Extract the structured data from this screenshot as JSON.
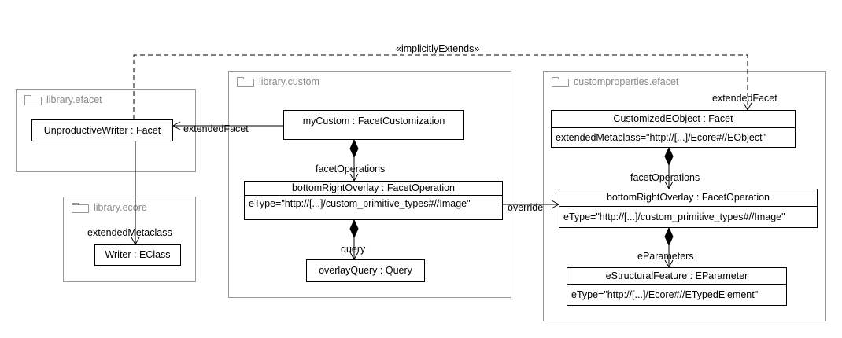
{
  "packages": {
    "library_efacet": "library.efacet",
    "library_ecore": "library.ecore",
    "library_custom": "library.custom",
    "customproperties_efacet": "customproperties.efacet"
  },
  "classes": {
    "unproductive_writer": {
      "name": "UnproductiveWriter : Facet"
    },
    "writer": {
      "name": "Writer : EClass"
    },
    "my_custom": {
      "name": "myCustom : FacetCustomization"
    },
    "bottom_right_overlay_custom": {
      "name": "bottomRightOverlay : FacetOperation",
      "attr": "eType=\"http://[...]/custom_primitive_types#//Image\""
    },
    "overlay_query": {
      "name": "overlayQuery : Query"
    },
    "customized_eobject": {
      "name": "CustomizedEObject : Facet",
      "attr": "extendedMetaclass=\"http://[...]/Ecore#//EObject\""
    },
    "bottom_right_overlay_props": {
      "name": "bottomRightOverlay : FacetOperation",
      "attr": "eType=\"http://[...]/custom_primitive_types#//Image\""
    },
    "estructural_feature": {
      "name": "eStructuralFeature : EParameter",
      "attr": "eType=\"http://[...]/Ecore#//ETypedElement\""
    }
  },
  "edge_labels": {
    "implicitly_extends": "«implicitlyExtends»",
    "extended_facet_left": "extendedFacet",
    "extended_facet_right": "extendedFacet",
    "extended_metaclass": "extendedMetaclass",
    "facet_operations_left": "facetOperations",
    "facet_operations_right": "facetOperations",
    "query": "query",
    "override": "override",
    "e_parameters": "eParameters"
  },
  "colors": {
    "package_border": "#9a9a9a",
    "package_label": "#8a8a8a",
    "line": "#000000"
  }
}
